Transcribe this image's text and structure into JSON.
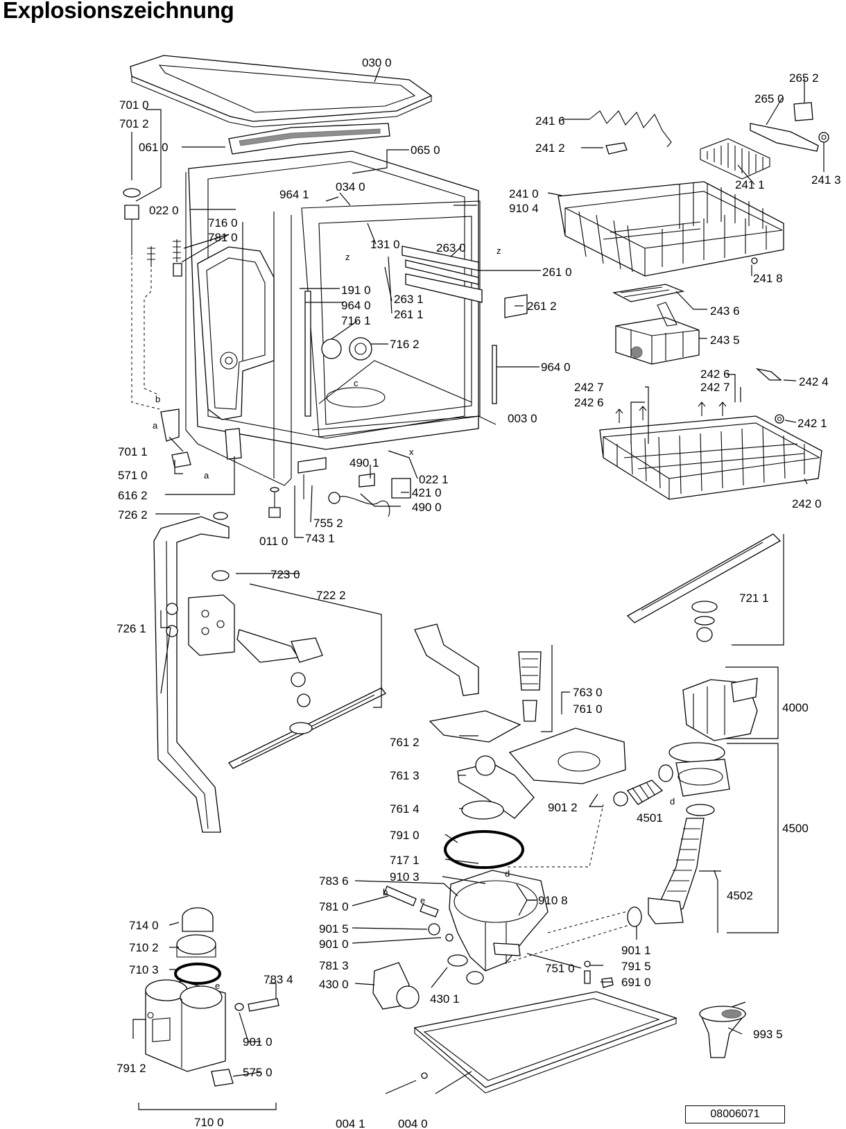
{
  "title": "Explosionszeichnung",
  "document_number": "08006071",
  "part_labels": [
    "030 0",
    "701 0",
    "701 2",
    "061 0",
    "065 0",
    "022 0",
    "034 0",
    "964 1",
    "910 4",
    "716 0",
    "781 0",
    "131 0",
    "263 0",
    "191 0",
    "964 0",
    "263 1",
    "261 1",
    "261 0",
    "261 2",
    "716 1",
    "716 2",
    "003 0",
    "701 1",
    "571 0",
    "616 2",
    "490 1",
    "421 0",
    "490 0",
    "022 1",
    "726 2",
    "011 0",
    "755 2",
    "743 1",
    "265 2",
    "265 0",
    "241 6",
    "241 2",
    "241 1",
    "241 3",
    "241 0",
    "241 8",
    "243 6",
    "243 5",
    "242 6",
    "242 7",
    "242 4",
    "242 1",
    "242 0",
    "723 0",
    "722 2",
    "726 1",
    "721 1",
    "763 0",
    "761 0",
    "761 2",
    "761 3",
    "761 4",
    "791 0",
    "717 1",
    "910 3",
    "783 6",
    "910 8",
    "781 0",
    "901 5",
    "901 0",
    "781 3",
    "430 0",
    "430 1",
    "4000",
    "901 2",
    "4501",
    "4500",
    "4502",
    "901 1",
    "751 0",
    "791 5",
    "691 0",
    "714 0",
    "710 2",
    "710 3",
    "783 4",
    "901 0",
    "791 2",
    "575 0",
    "710 0",
    "993 5",
    "004 1",
    "004 0"
  ],
  "letters": [
    "a",
    "b",
    "c",
    "d",
    "e",
    "x",
    "z"
  ]
}
